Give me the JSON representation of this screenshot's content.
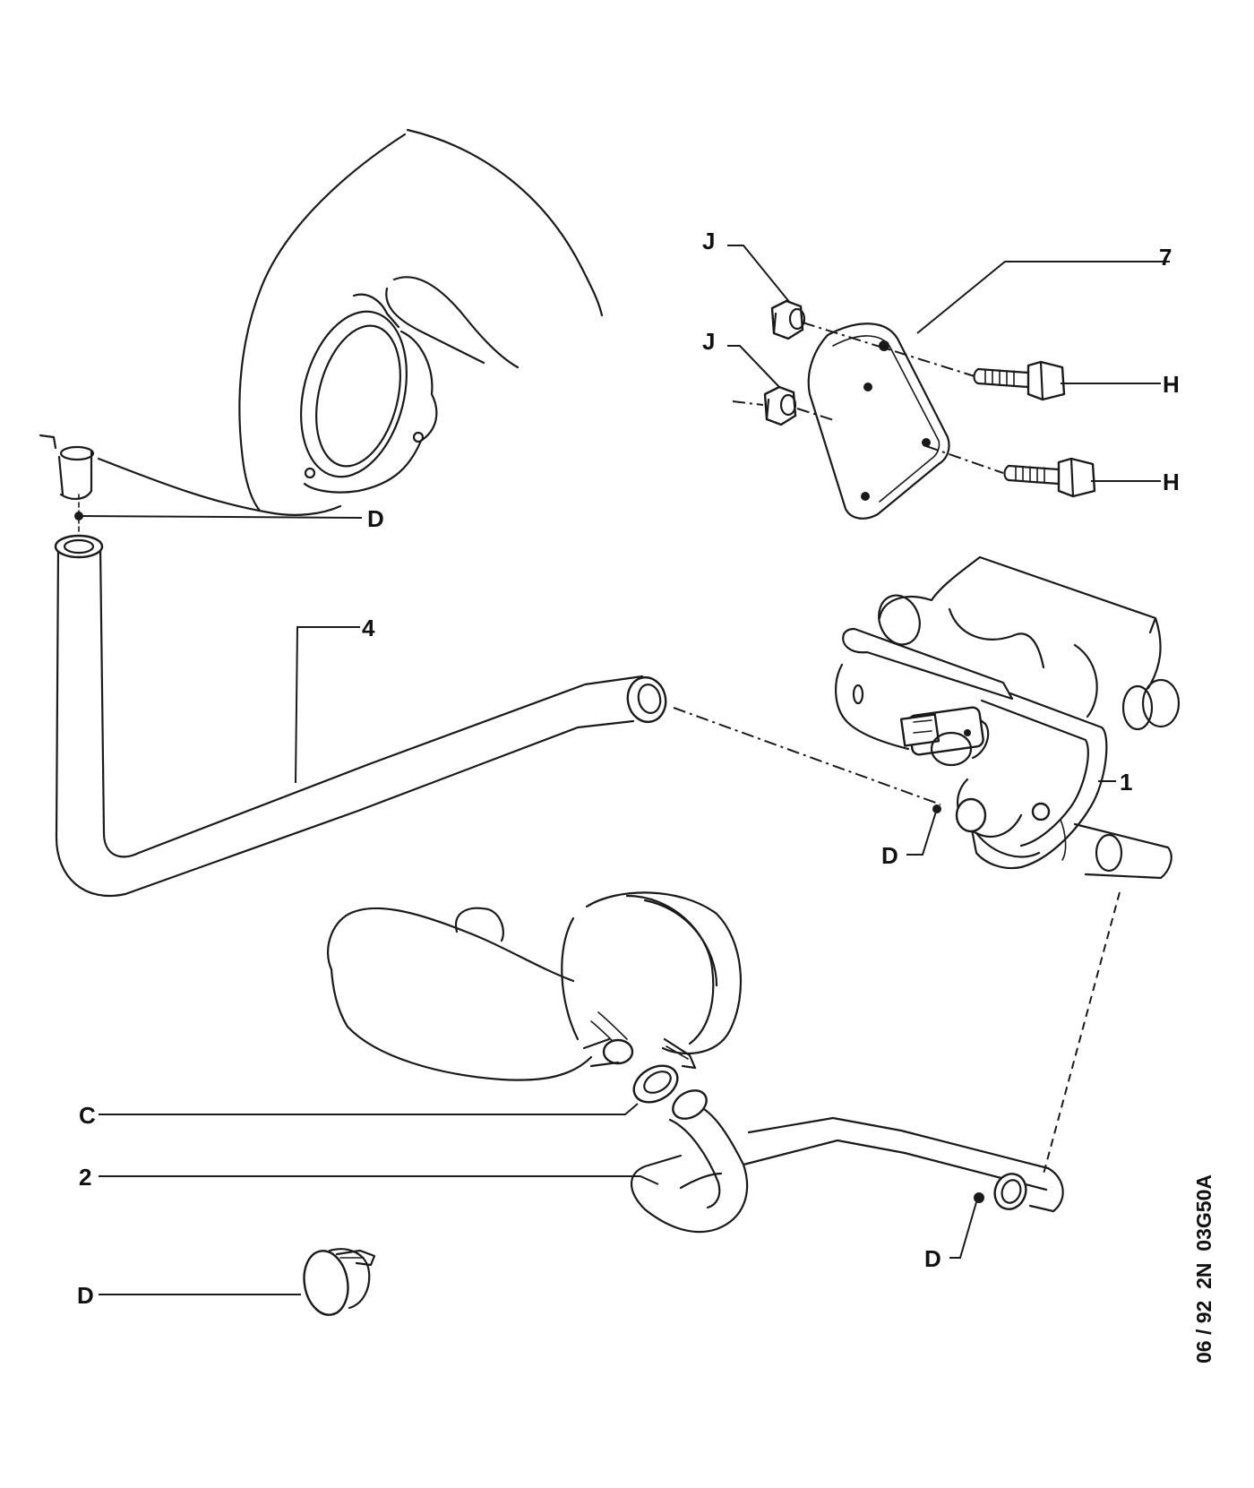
{
  "diagram": {
    "callouts": {
      "j_upper": "J",
      "j_lower": "J",
      "seven": "7",
      "h_upper": "H",
      "h_lower": "H",
      "d_engine": "D",
      "four": "4",
      "one": "1",
      "d_valve": "D",
      "c": "C",
      "two": "2",
      "d_pipe": "D",
      "d_clamp": "D"
    },
    "reference_code": "06 / 92  2N  03G50A"
  }
}
